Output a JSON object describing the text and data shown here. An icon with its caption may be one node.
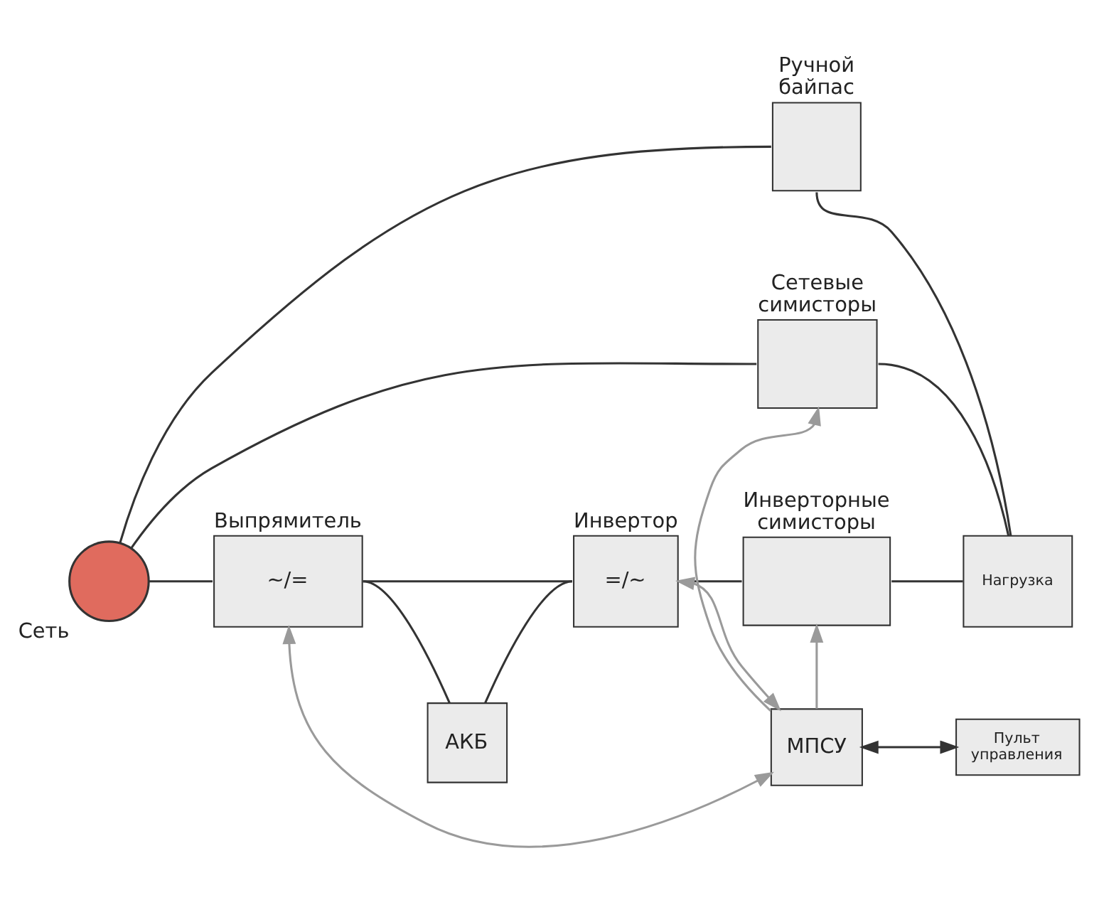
{
  "diagram": {
    "nodes": [
      {
        "text": [
          "Ручной байпас"
        ]
      },
      {
        "text": [
          "Сетевые симисторы"
        ]
      },
      {
        "text": [
          "Сеть"
        ]
      },
      {
        "text": [
          "Выпрямитель",
          "~/="
        ]
      },
      {
        "text": [
          "Инвертор",
          "=/~"
        ]
      },
      {
        "text": [
          "Инверторные симисторы"
        ]
      },
      {
        "text": [
          "Нагрузка"
        ]
      },
      {
        "text": [
          "МПСУ"
        ]
      },
      {
        "text": [
          "Пульт управления"
        ]
      },
      {
        "text": [
          "АКБ"
        ]
      }
    ],
    "edges": [
      {
        "from": 2,
        "to": 3,
        "arrow": "none"
      },
      {
        "from": 2,
        "to": 1,
        "arrow": "none"
      },
      {
        "from": 2,
        "to": 0,
        "arrow": "none"
      },
      {
        "from": 3,
        "to": 4,
        "arrow": "none"
      },
      {
        "from": 3,
        "to": 9,
        "arrow": "none"
      },
      {
        "from": 9,
        "to": 4,
        "arrow": "none"
      },
      {
        "from": 4,
        "to": 5,
        "arrow": "none"
      },
      {
        "from": 5,
        "to": 6,
        "arrow": "none"
      },
      {
        "from": 1,
        "to": 6,
        "arrow": "none"
      },
      {
        "from": 0,
        "to": 6,
        "arrow": "none"
      },
      {
        "from": 7,
        "to": 3,
        "arrow": "both",
        "color": "#9a9a9a"
      },
      {
        "from": 7,
        "to": 4,
        "arrow": "both",
        "color": "#9a9a9a"
      },
      {
        "from": 7,
        "to": 5,
        "arrow": "to",
        "color": "#9a9a9a"
      },
      {
        "from": 7,
        "to": 1,
        "arrow": "to",
        "color": "#9a9a9a"
      },
      {
        "from": 7,
        "to": 8,
        "arrow": "both"
      }
    ]
  }
}
